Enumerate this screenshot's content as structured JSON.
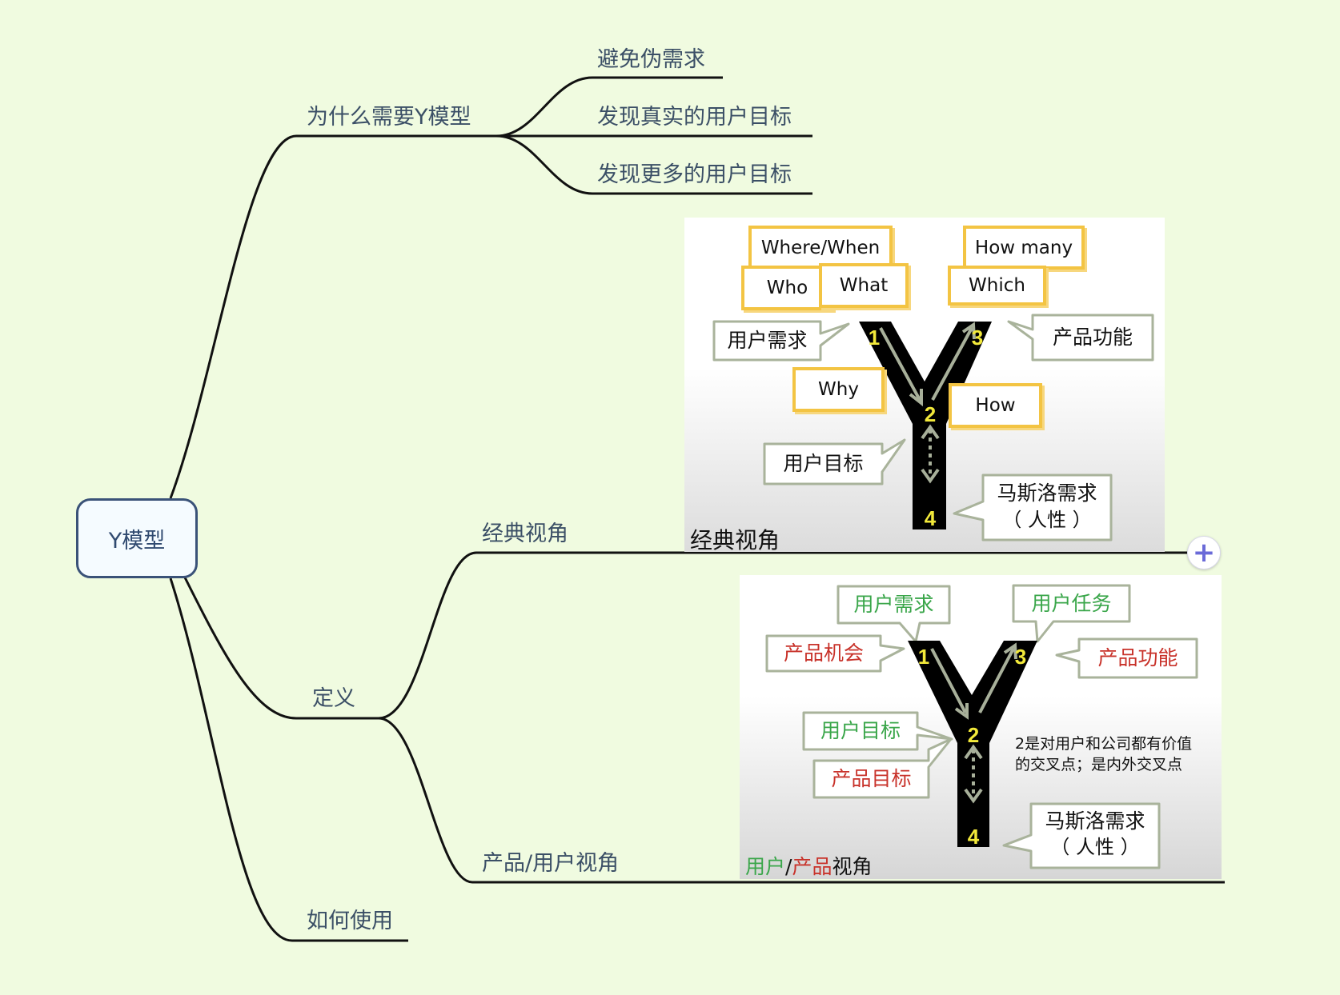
{
  "root": {
    "label": "Y模型"
  },
  "branches": {
    "why": {
      "label": "为什么需要Y模型",
      "children": [
        "避免伪需求",
        "发现真实的用户目标",
        "发现更多的用户目标"
      ]
    },
    "definition": {
      "label": "定义",
      "classic": {
        "label": "经典视角"
      },
      "product_user": {
        "label": "产品/用户视角"
      }
    },
    "how": {
      "label": "如何使用"
    }
  },
  "panel_classic": {
    "caption": "经典视角",
    "boxes": {
      "where_when": "Where/When",
      "who": "Who",
      "what": "What",
      "why": "Why",
      "how_many": "How many",
      "which": "Which",
      "how": "How"
    },
    "bubbles": {
      "user_need": "用户需求",
      "product_feature": "产品功能",
      "user_goal": "用户目标",
      "maslow_line1": "马斯洛需求",
      "maslow_line2": "（ 人性 ）"
    },
    "numbers": [
      "1",
      "2",
      "3",
      "4"
    ]
  },
  "panel_product": {
    "caption_user": "用户",
    "caption_slash": "/",
    "caption_product": "产品",
    "caption_rest": "视角",
    "bubbles": {
      "user_need": "用户需求",
      "user_task": "用户任务",
      "product_opportunity": "产品机会",
      "product_feature": "产品功能",
      "user_goal": "用户目标",
      "product_goal": "产品目标",
      "maslow_line1": "马斯洛需求",
      "maslow_line2": "（ 人性 ）"
    },
    "note_line1": "2是对用户和公司都有价值",
    "note_line2": "的交叉点；是内外交叉点",
    "numbers": [
      "1",
      "2",
      "3",
      "4"
    ]
  },
  "colors": {
    "background": "#f0fbe0",
    "branch_line": "#111111",
    "label_text": "#3b4f66",
    "root_border": "#3a5278",
    "box_border": "#f3c443",
    "bubble_border": "#a9b39b",
    "user_green": "#3aa64a",
    "product_red": "#c8322a",
    "number_yellow": "#f2e93a"
  },
  "icons": {
    "add": "plus-icon"
  }
}
